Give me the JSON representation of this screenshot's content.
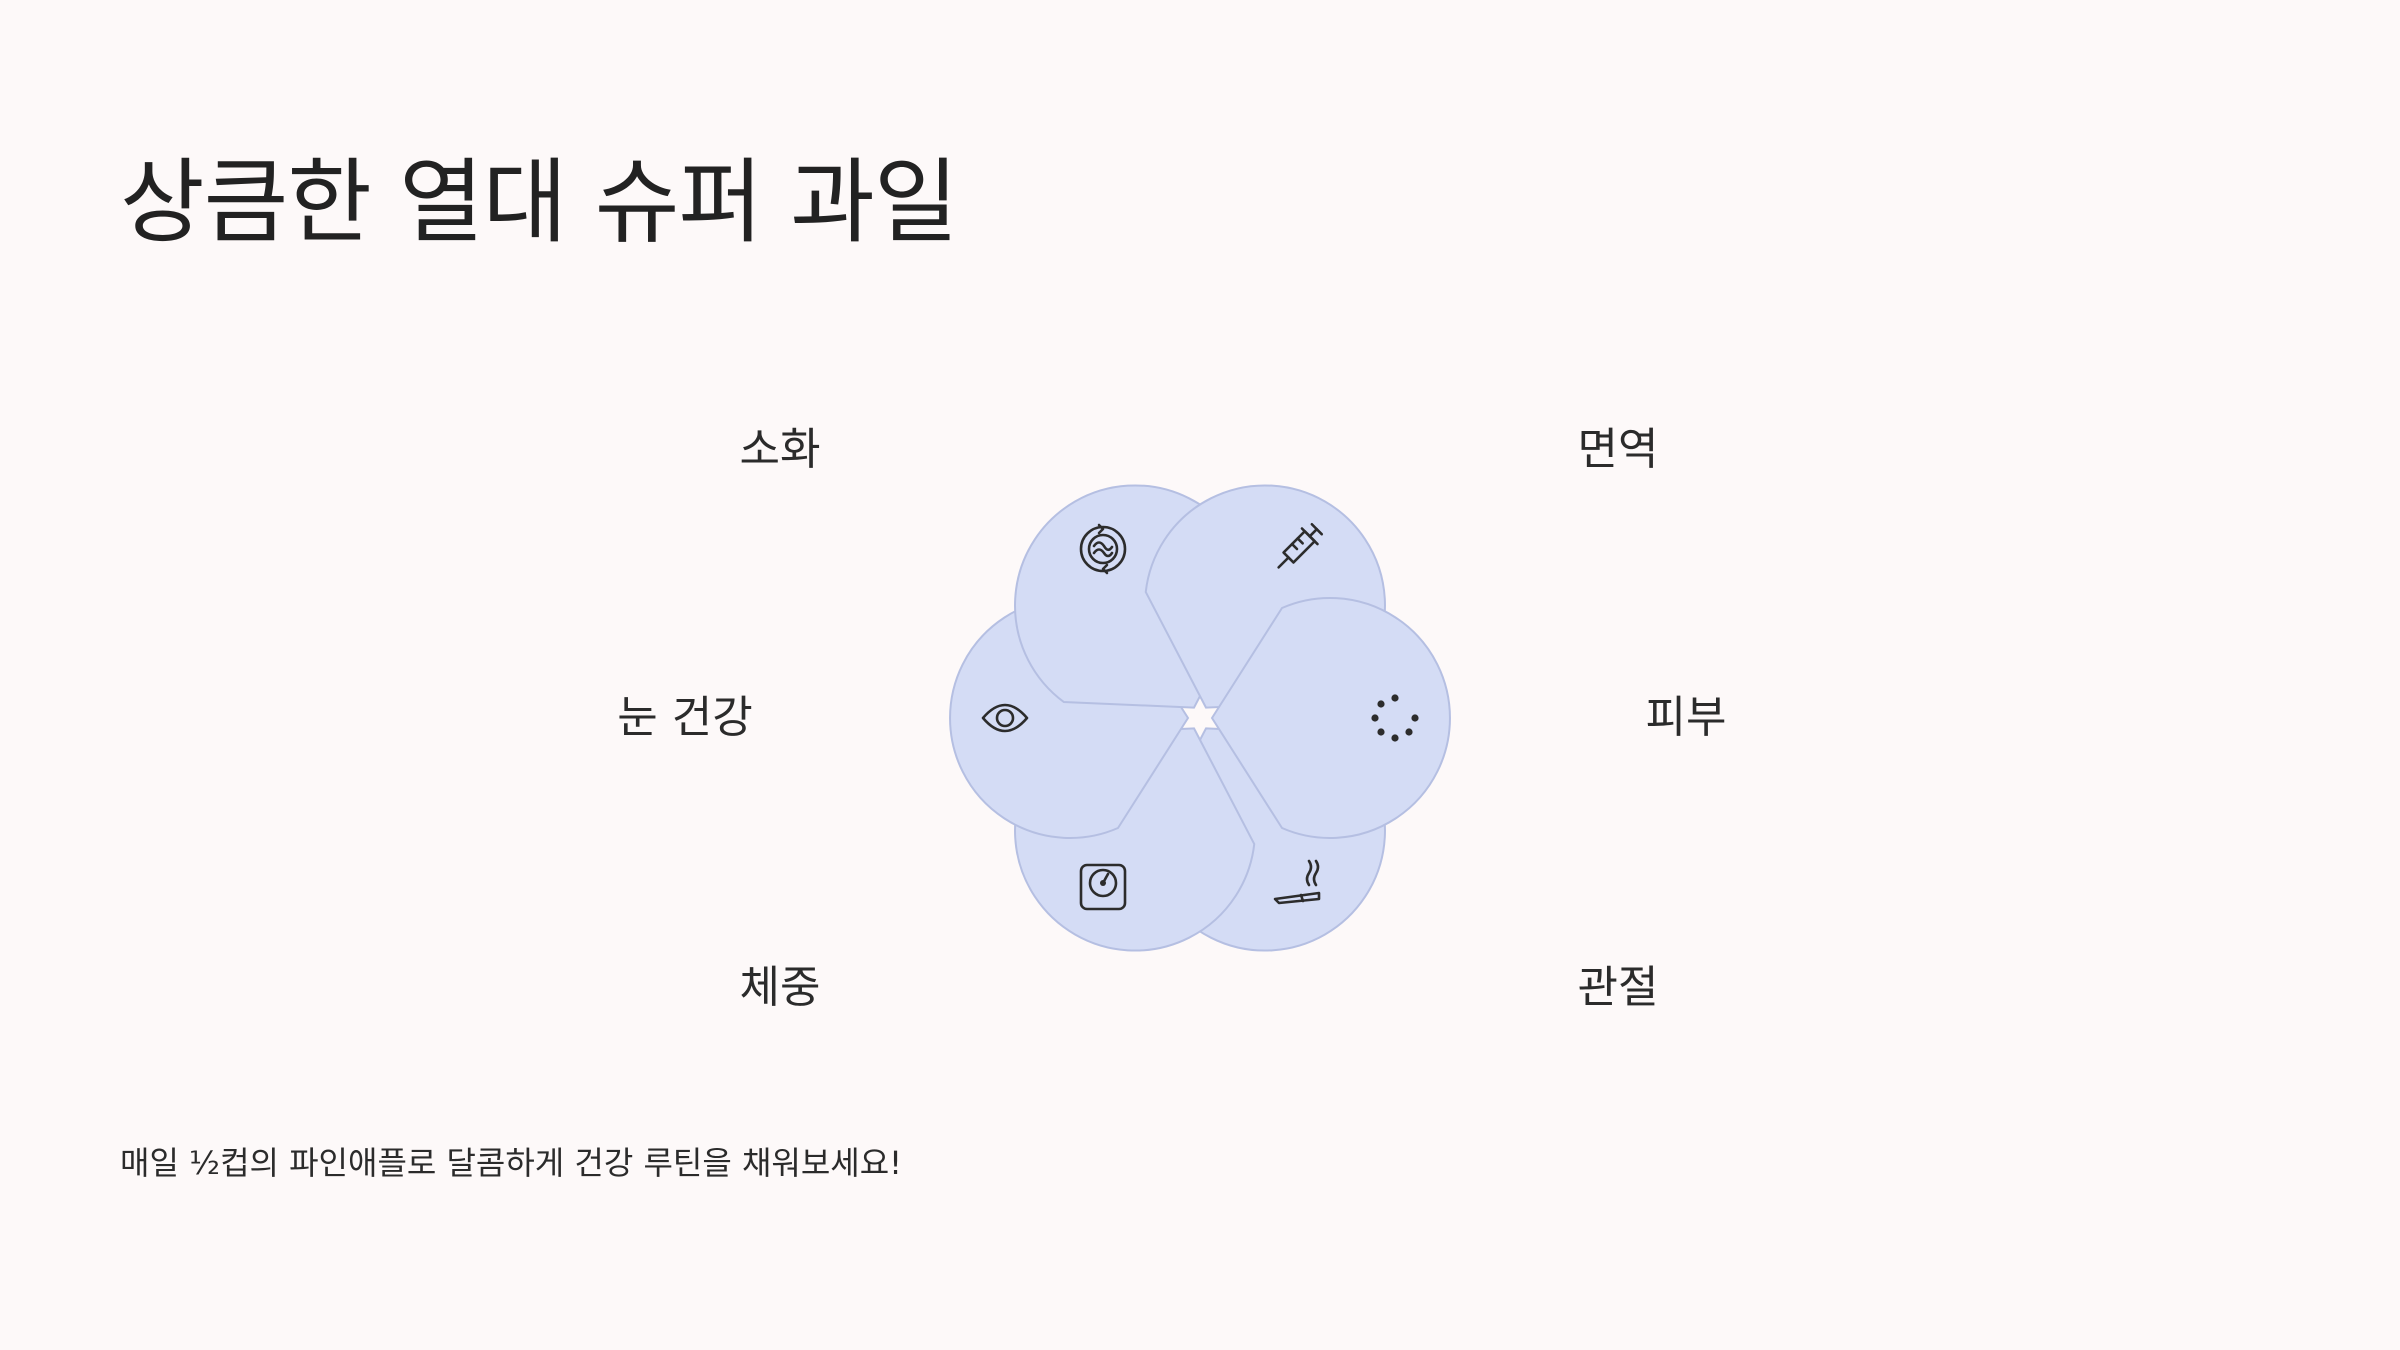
{
  "title": "상큼한 열대 슈퍼 과일",
  "benefits": [
    {
      "label": "소화",
      "icon": "digestion-cycle-icon"
    },
    {
      "label": "면역",
      "icon": "syringe-icon"
    },
    {
      "label": "피부",
      "icon": "dotted-circle-icon"
    },
    {
      "label": "관절",
      "icon": "joint-icon"
    },
    {
      "label": "체중",
      "icon": "scale-icon"
    },
    {
      "label": "눈 건강",
      "icon": "eye-icon"
    }
  ],
  "footer": "매일 ½컵의 파인애플로 달콤하게 건강 루틴을 채워보세요!",
  "colors": {
    "background": "#fdf9f9",
    "petal_fill": "#d4dcf5",
    "petal_stroke": "#b5bfe2",
    "text": "#262626"
  }
}
